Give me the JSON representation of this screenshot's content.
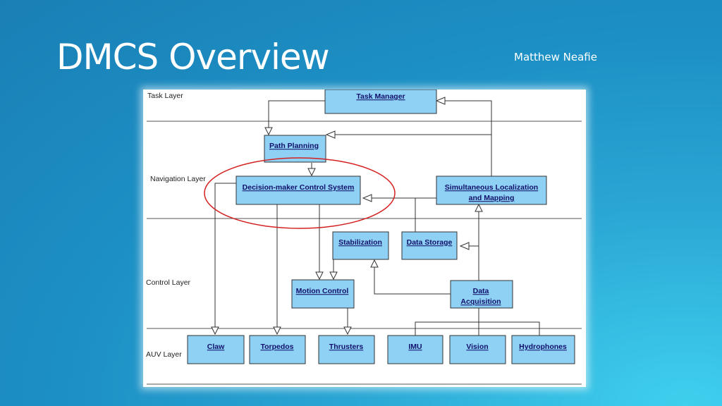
{
  "slide": {
    "title": "DMCS Overview",
    "author": "Matthew Neafie"
  },
  "diagram": {
    "layers": {
      "task": "Task Layer",
      "navigation": "Navigation Layer",
      "control": "Control Layer",
      "auv": "AUV Layer"
    },
    "components": {
      "task_manager": "Task Manager",
      "path_planning": "Path Planning",
      "dmcs": "Decision-maker Control System",
      "slam_line1": "Simultaneous Localization",
      "slam_line2": "and Mapping",
      "stabilization": "Stabilization",
      "data_storage": "Data Storage",
      "motion_control": "Motion Control",
      "data_acq_line1": "Data",
      "data_acq_line2": "Acquisition",
      "claw": "Claw",
      "torpedos": "Torpedos",
      "thrusters": "Thrusters",
      "imu": "IMU",
      "vision": "Vision",
      "hydrophones": "Hydrophones"
    },
    "highlight_color": "#d42020",
    "box_color": "#8fd0f5"
  }
}
